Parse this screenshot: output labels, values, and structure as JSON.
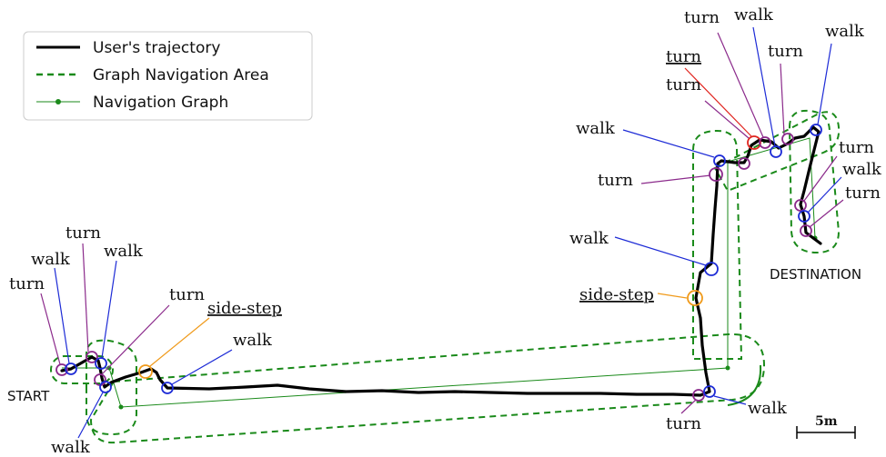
{
  "legend": {
    "trajectory": "User's trajectory",
    "area": "Graph Navigation Area",
    "graph": "Navigation Graph"
  },
  "places": {
    "start": "START",
    "destination": "DESTINATION"
  },
  "scale_label": "5m",
  "colors": {
    "walk": "#1d2bd6",
    "turn": "#8b2a8b",
    "sidestep": "#f09a1a",
    "highlight": "#e0251f",
    "area": "#1a8a1a",
    "trajectory": "#000000"
  },
  "labels": {
    "turn_start_1": "turn",
    "walk_start_1": "walk",
    "turn_start_2": "turn",
    "walk_start_2": "walk",
    "turn_start_3": "turn",
    "sidestep_start": "side-step",
    "walk_start_3": "walk",
    "walk_start_bottom": "walk",
    "walk_right_mid": "walk",
    "sidestep_right": "side-step",
    "turn_right_upper": "turn",
    "walk_right_upper": "walk",
    "turn_top_1": "turn",
    "turn_top_highlight": "turn",
    "turn_top_2": "turn",
    "walk_top_1": "walk",
    "turn_top_3": "turn",
    "walk_top_2": "walk",
    "turn_dest_1": "turn",
    "walk_dest": "walk",
    "turn_dest_2": "turn",
    "turn_bottom": "turn",
    "walk_bottom": "walk"
  }
}
